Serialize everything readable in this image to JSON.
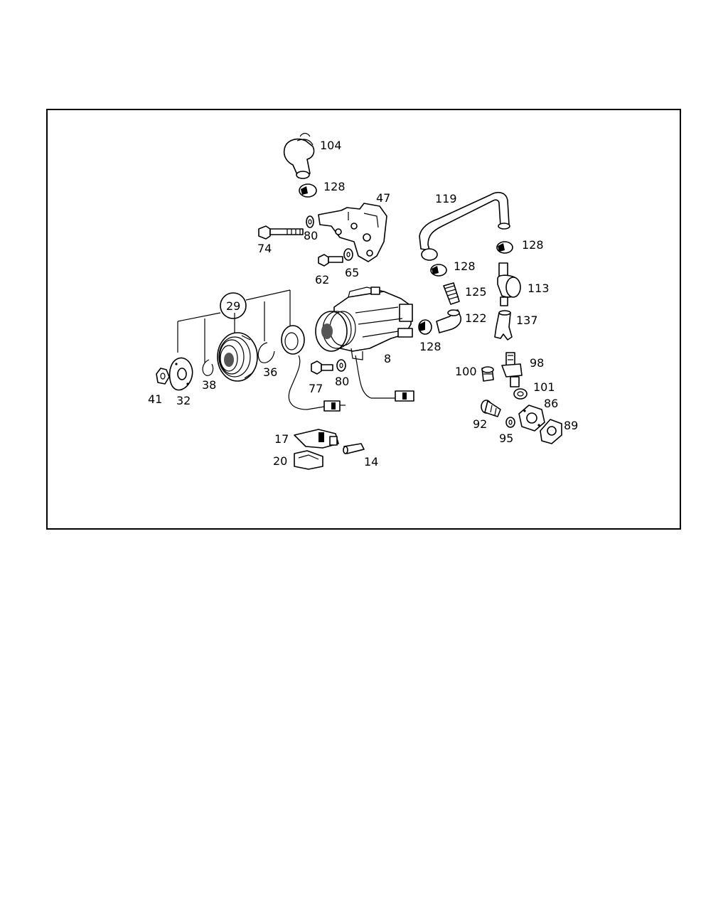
{
  "diagram": {
    "callouts": [
      {
        "id": "104",
        "text": "104"
      },
      {
        "id": "128a",
        "text": "128"
      },
      {
        "id": "47",
        "text": "47"
      },
      {
        "id": "119",
        "text": "119"
      },
      {
        "id": "74",
        "text": "74"
      },
      {
        "id": "80a",
        "text": "80"
      },
      {
        "id": "62",
        "text": "62"
      },
      {
        "id": "65",
        "text": "65"
      },
      {
        "id": "128b",
        "text": "128"
      },
      {
        "id": "128c",
        "text": "128"
      },
      {
        "id": "113",
        "text": "113"
      },
      {
        "id": "125",
        "text": "125"
      },
      {
        "id": "29",
        "text": "29"
      },
      {
        "id": "122",
        "text": "122"
      },
      {
        "id": "137",
        "text": "137"
      },
      {
        "id": "128d",
        "text": "128"
      },
      {
        "id": "8",
        "text": "8"
      },
      {
        "id": "98",
        "text": "98"
      },
      {
        "id": "100",
        "text": "100"
      },
      {
        "id": "36",
        "text": "36"
      },
      {
        "id": "77",
        "text": "77"
      },
      {
        "id": "80b",
        "text": "80"
      },
      {
        "id": "101",
        "text": "101"
      },
      {
        "id": "38",
        "text": "38"
      },
      {
        "id": "41",
        "text": "41"
      },
      {
        "id": "32",
        "text": "32"
      },
      {
        "id": "86",
        "text": "86"
      },
      {
        "id": "92",
        "text": "92"
      },
      {
        "id": "89",
        "text": "89"
      },
      {
        "id": "95",
        "text": "95"
      },
      {
        "id": "17",
        "text": "17"
      },
      {
        "id": "20",
        "text": "20"
      },
      {
        "id": "14",
        "text": "14"
      }
    ]
  }
}
